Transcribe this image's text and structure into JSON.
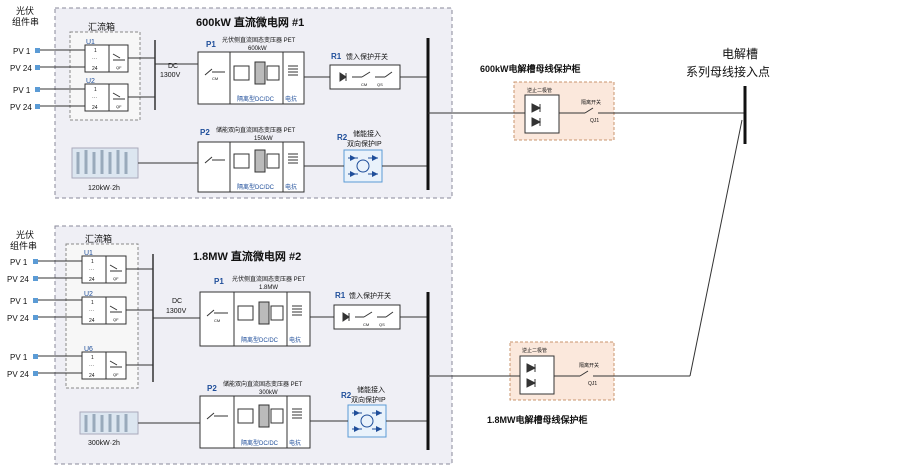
{
  "right": {
    "target_line1": "电解槽",
    "target_line2": "系列母线接入点"
  },
  "top": {
    "title": "600kW 直流微电网 #1",
    "pv_header": "光伏\n组件串",
    "combiner_label": "汇流箱",
    "dc_label": "DC",
    "dc_voltage": "1300V",
    "p1_label": "P1",
    "p1_title": "光伏侧直流固态变压器 PET",
    "p1_rating": "600kW",
    "p2_label": "P2",
    "p2_title": "储能双向直流固态变压器 PET",
    "p2_rating": "150kW",
    "iso_dcdc": "隔离型DC/DC",
    "reactor": "电抗",
    "r1_label": "R1",
    "r1_title": "馈入保护开关",
    "r2_label": "R2",
    "r2_title_line1": "储能接入",
    "r2_title_line2": "双向保护IP",
    "storage_label": "120kW·2h",
    "cabinet_title": "600kW电解槽母线保护柜",
    "units": [
      {
        "name": "U1",
        "inputs": [
          "PV 1",
          "PV 24"
        ]
      },
      {
        "name": "U2",
        "inputs": [
          "PV 1",
          "PV 24"
        ]
      }
    ]
  },
  "bottom": {
    "title": "1.8MW 直流微电网 #2",
    "pv_header": "光伏\n组件串",
    "combiner_label": "汇流箱",
    "dc_label": "DC",
    "dc_voltage": "1300V",
    "p1_label": "P1",
    "p1_title": "光伏侧直流固态变压器 PET",
    "p1_rating": "1.8MW",
    "p2_label": "P2",
    "p2_title": "储能双向直流固态变压器 PET",
    "p2_rating": "300kW",
    "iso_dcdc": "隔离型DC/DC",
    "reactor": "电抗",
    "r1_label": "R1",
    "r1_title": "馈入保护开关",
    "r2_label": "R2",
    "r2_title_line1": "储能接入",
    "r2_title_line2": "双向保护IP",
    "storage_label": "300kW·2h",
    "cabinet_title": "1.8MW电解槽母线保护柜",
    "units": [
      {
        "name": "U1",
        "inputs": [
          "PV 1",
          "PV 24"
        ]
      },
      {
        "name": "U2",
        "inputs": [
          "PV 1",
          "PV 24"
        ]
      },
      {
        "name": "U6",
        "inputs": [
          "PV 1",
          "PV 24"
        ]
      }
    ]
  },
  "cabinet": {
    "diode_label": "逆止二极管",
    "switch_label": "隔离开关",
    "switch_code": "QJ1"
  },
  "small": {
    "one": "1",
    "dots": "···",
    "n24": "24",
    "qf": "QF",
    "cm": "CM",
    "qs": "QS"
  }
}
